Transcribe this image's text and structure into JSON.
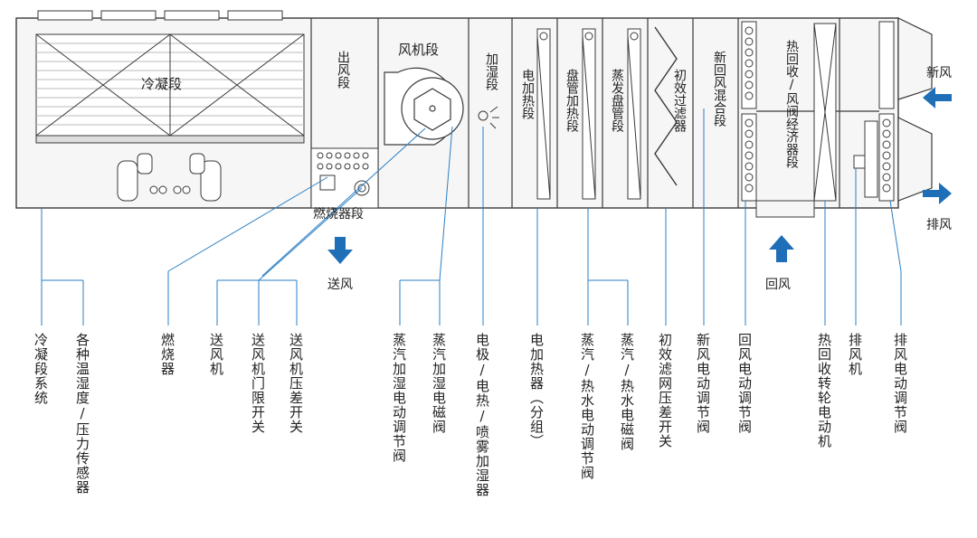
{
  "sections": {
    "condensing": "冷凝段",
    "outlet": "出风段",
    "fan": "风机段",
    "humidify": "加湿段",
    "electric_heat": "电加热段",
    "coil_heat": "盘管加热段",
    "evaporator": "蒸发盘管段",
    "filter": "初效过滤器",
    "mixing": "新回风混合段",
    "recovery": "热回收/风阀经济器段",
    "burner": "燃烧器段"
  },
  "airflow": {
    "fresh_air": "新风",
    "exhaust_air": "排风",
    "supply_air": "送风",
    "return_air": "回风"
  },
  "callouts": [
    {
      "text": "冷凝段系统"
    },
    {
      "text": "各种温湿度/压力传感器"
    },
    {
      "text": "燃烧器"
    },
    {
      "text": "送风机"
    },
    {
      "text": "送风机门限开关"
    },
    {
      "text": "送风机压差开关"
    },
    {
      "text": "蒸汽加湿电动调节阀"
    },
    {
      "text": "蒸汽加湿电磁阀"
    },
    {
      "text": "电极/电热/喷雾加湿器"
    },
    {
      "text": "电加热器（分组）"
    },
    {
      "text": "蒸汽/热水电动调节阀"
    },
    {
      "text": "蒸汽/热水电磁阀"
    },
    {
      "text": "初效滤网压差开关"
    },
    {
      "text": "新风电动调节阀"
    },
    {
      "text": "回风电动调节阀"
    },
    {
      "text": "热回收转轮电动机"
    },
    {
      "text": "排风机"
    },
    {
      "text": "排风电动调节阀"
    }
  ],
  "colors": {
    "line": "#3a3a3a",
    "leader": "#2a7fc4",
    "arrow": "#1f6fb8",
    "fill": "#f6f6f6"
  }
}
